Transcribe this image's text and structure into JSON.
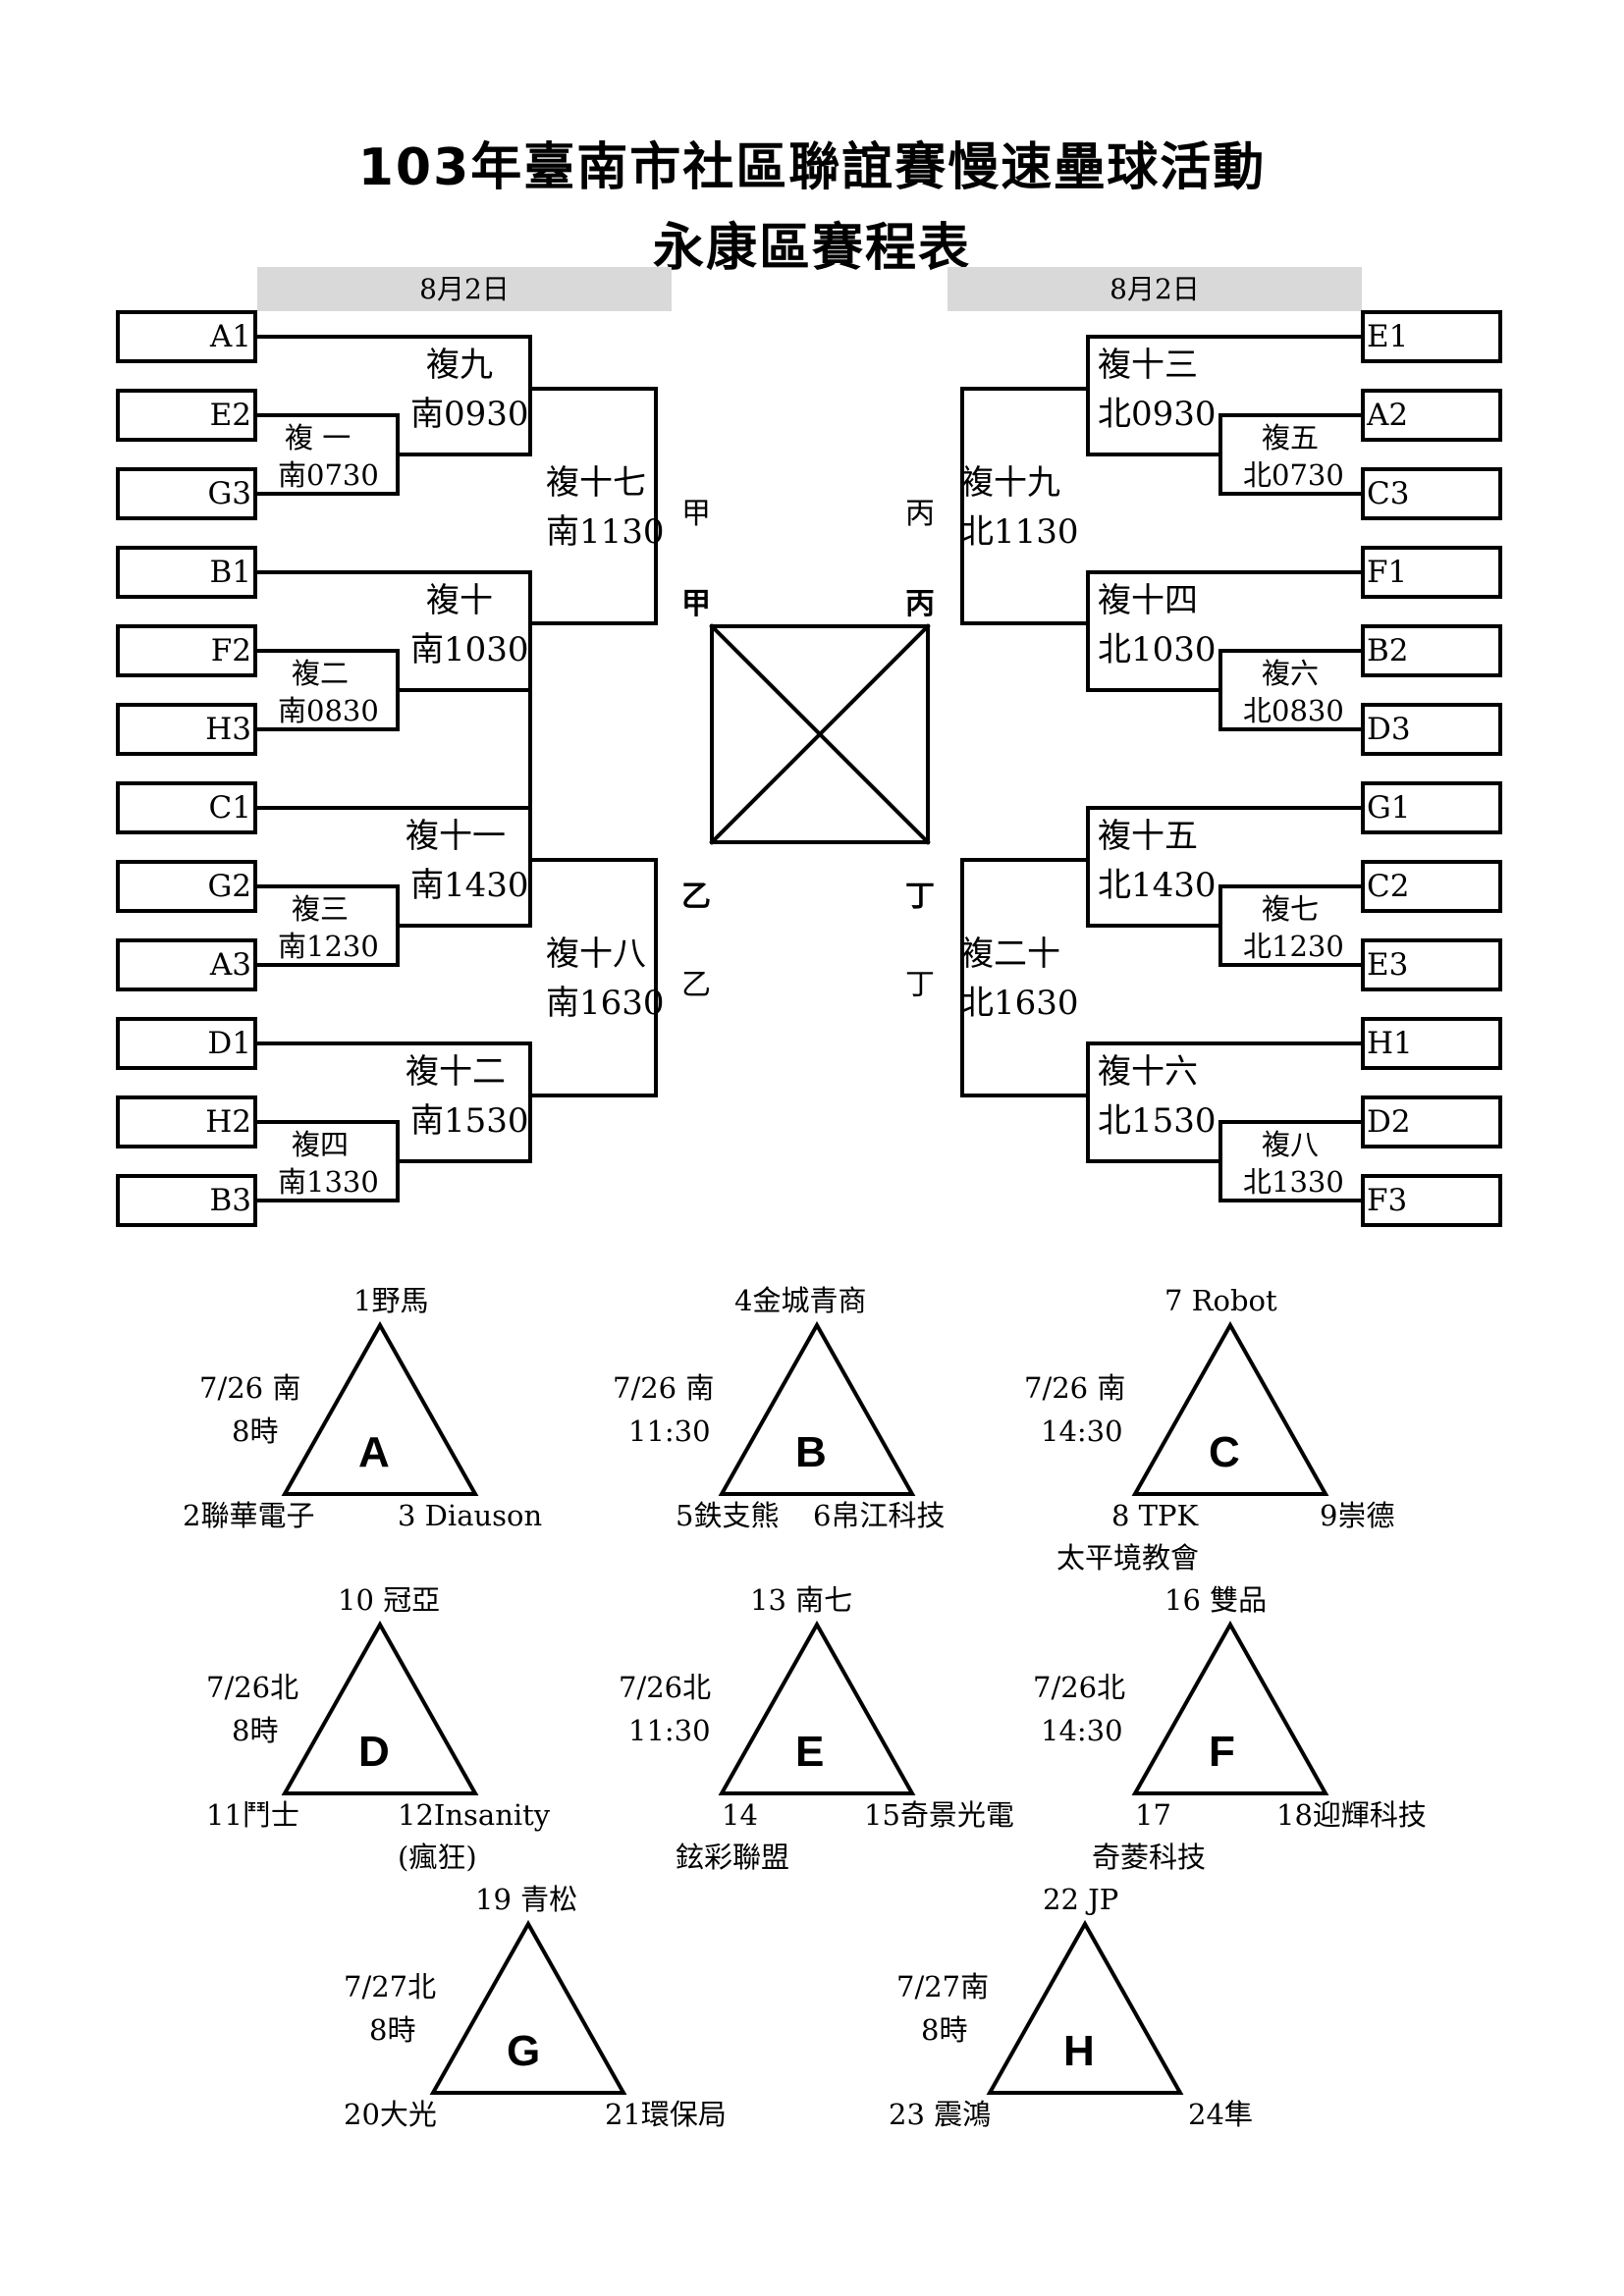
{
  "title": "103年臺南市社區聯誼賽慢速壘球活動",
  "subtitle": "永康區賽程表",
  "date_left": "8月2日",
  "date_right": "8月2日",
  "left_slots": [
    "A1",
    "E2",
    "G3",
    "B1",
    "F2",
    "H3",
    "C1",
    "G2",
    "A3",
    "D1",
    "H2",
    "B3"
  ],
  "right_slots": [
    "E1",
    "A2",
    "C3",
    "F1",
    "B2",
    "D3",
    "G1",
    "C2",
    "E3",
    "H1",
    "D2",
    "F3"
  ],
  "games_left": {
    "g1": {
      "name": "複 一",
      "time": "南0730"
    },
    "g2": {
      "name": "複二",
      "time": "南0830"
    },
    "g3": {
      "name": "複三",
      "time": "南1230"
    },
    "g4": {
      "name": "複四",
      "time": "南1330"
    },
    "g9": {
      "name": "複九",
      "time": "南0930"
    },
    "g10": {
      "name": "複十",
      "time": "南1030"
    },
    "g11": {
      "name": "複十一",
      "time": "南1430"
    },
    "g12": {
      "name": "複十二",
      "time": "南1530"
    },
    "g17": {
      "name": "複十七",
      "time": "南1130"
    },
    "g18": {
      "name": "複十八",
      "time": "南1630"
    }
  },
  "games_right": {
    "g5": {
      "name": "複五",
      "time": "北0730"
    },
    "g6": {
      "name": "複六",
      "time": "北0830"
    },
    "g7": {
      "name": "複七",
      "time": "北1230"
    },
    "g8": {
      "name": "複八",
      "time": "北1330"
    },
    "g13": {
      "name": "複十三",
      "time": "北0930"
    },
    "g14": {
      "name": "複十四",
      "time": "北1030"
    },
    "g15": {
      "name": "複十五",
      "time": "北1430"
    },
    "g16": {
      "name": "複十六",
      "time": "北1530"
    },
    "g19": {
      "name": "複十九",
      "time": "北1130"
    },
    "g20": {
      "name": "複二十",
      "time": "北1630"
    }
  },
  "markers": {
    "jia": "甲",
    "bing": "丙",
    "yi": "乙",
    "ding": "丁"
  },
  "groups": [
    {
      "letter": "A",
      "top": "1野馬",
      "left": "2聯華電子",
      "right": "3 Diauson",
      "date": "7/26 南",
      "time": "8時"
    },
    {
      "letter": "B",
      "top": "4金城青商",
      "left": "5鉄支熊",
      "right": "6帛江科技",
      "date": "7/26 南",
      "time": "11:30"
    },
    {
      "letter": "C",
      "top": "7 Robot",
      "left": "8 TPK",
      "left2": "太平境教會",
      "right": "9崇德",
      "date": "7/26 南",
      "time": "14:30"
    },
    {
      "letter": "D",
      "top": "10 冠亞",
      "left": "11鬥士",
      "right": "12Insanity",
      "right2": "(瘋狂)",
      "date": "7/26北",
      "time": "8時"
    },
    {
      "letter": "E",
      "top": "13 南七",
      "left": "14",
      "left2": "鉉彩聯盟",
      "right": "15奇景光電",
      "date": "7/26北",
      "time": "11:30"
    },
    {
      "letter": "F",
      "top": "16 雙品",
      "left": "17",
      "left2": "奇菱科技",
      "right": "18迎輝科技",
      "date": "7/26北",
      "time": "14:30"
    },
    {
      "letter": "G",
      "top": "19 青松",
      "left": "20大光",
      "right": "21環保局",
      "date": "7/27北",
      "time": "8時"
    },
    {
      "letter": "H",
      "top": "22 JP",
      "left": "23 震鴻",
      "right": "24隼",
      "date": "7/27南",
      "time": "8時"
    }
  ]
}
